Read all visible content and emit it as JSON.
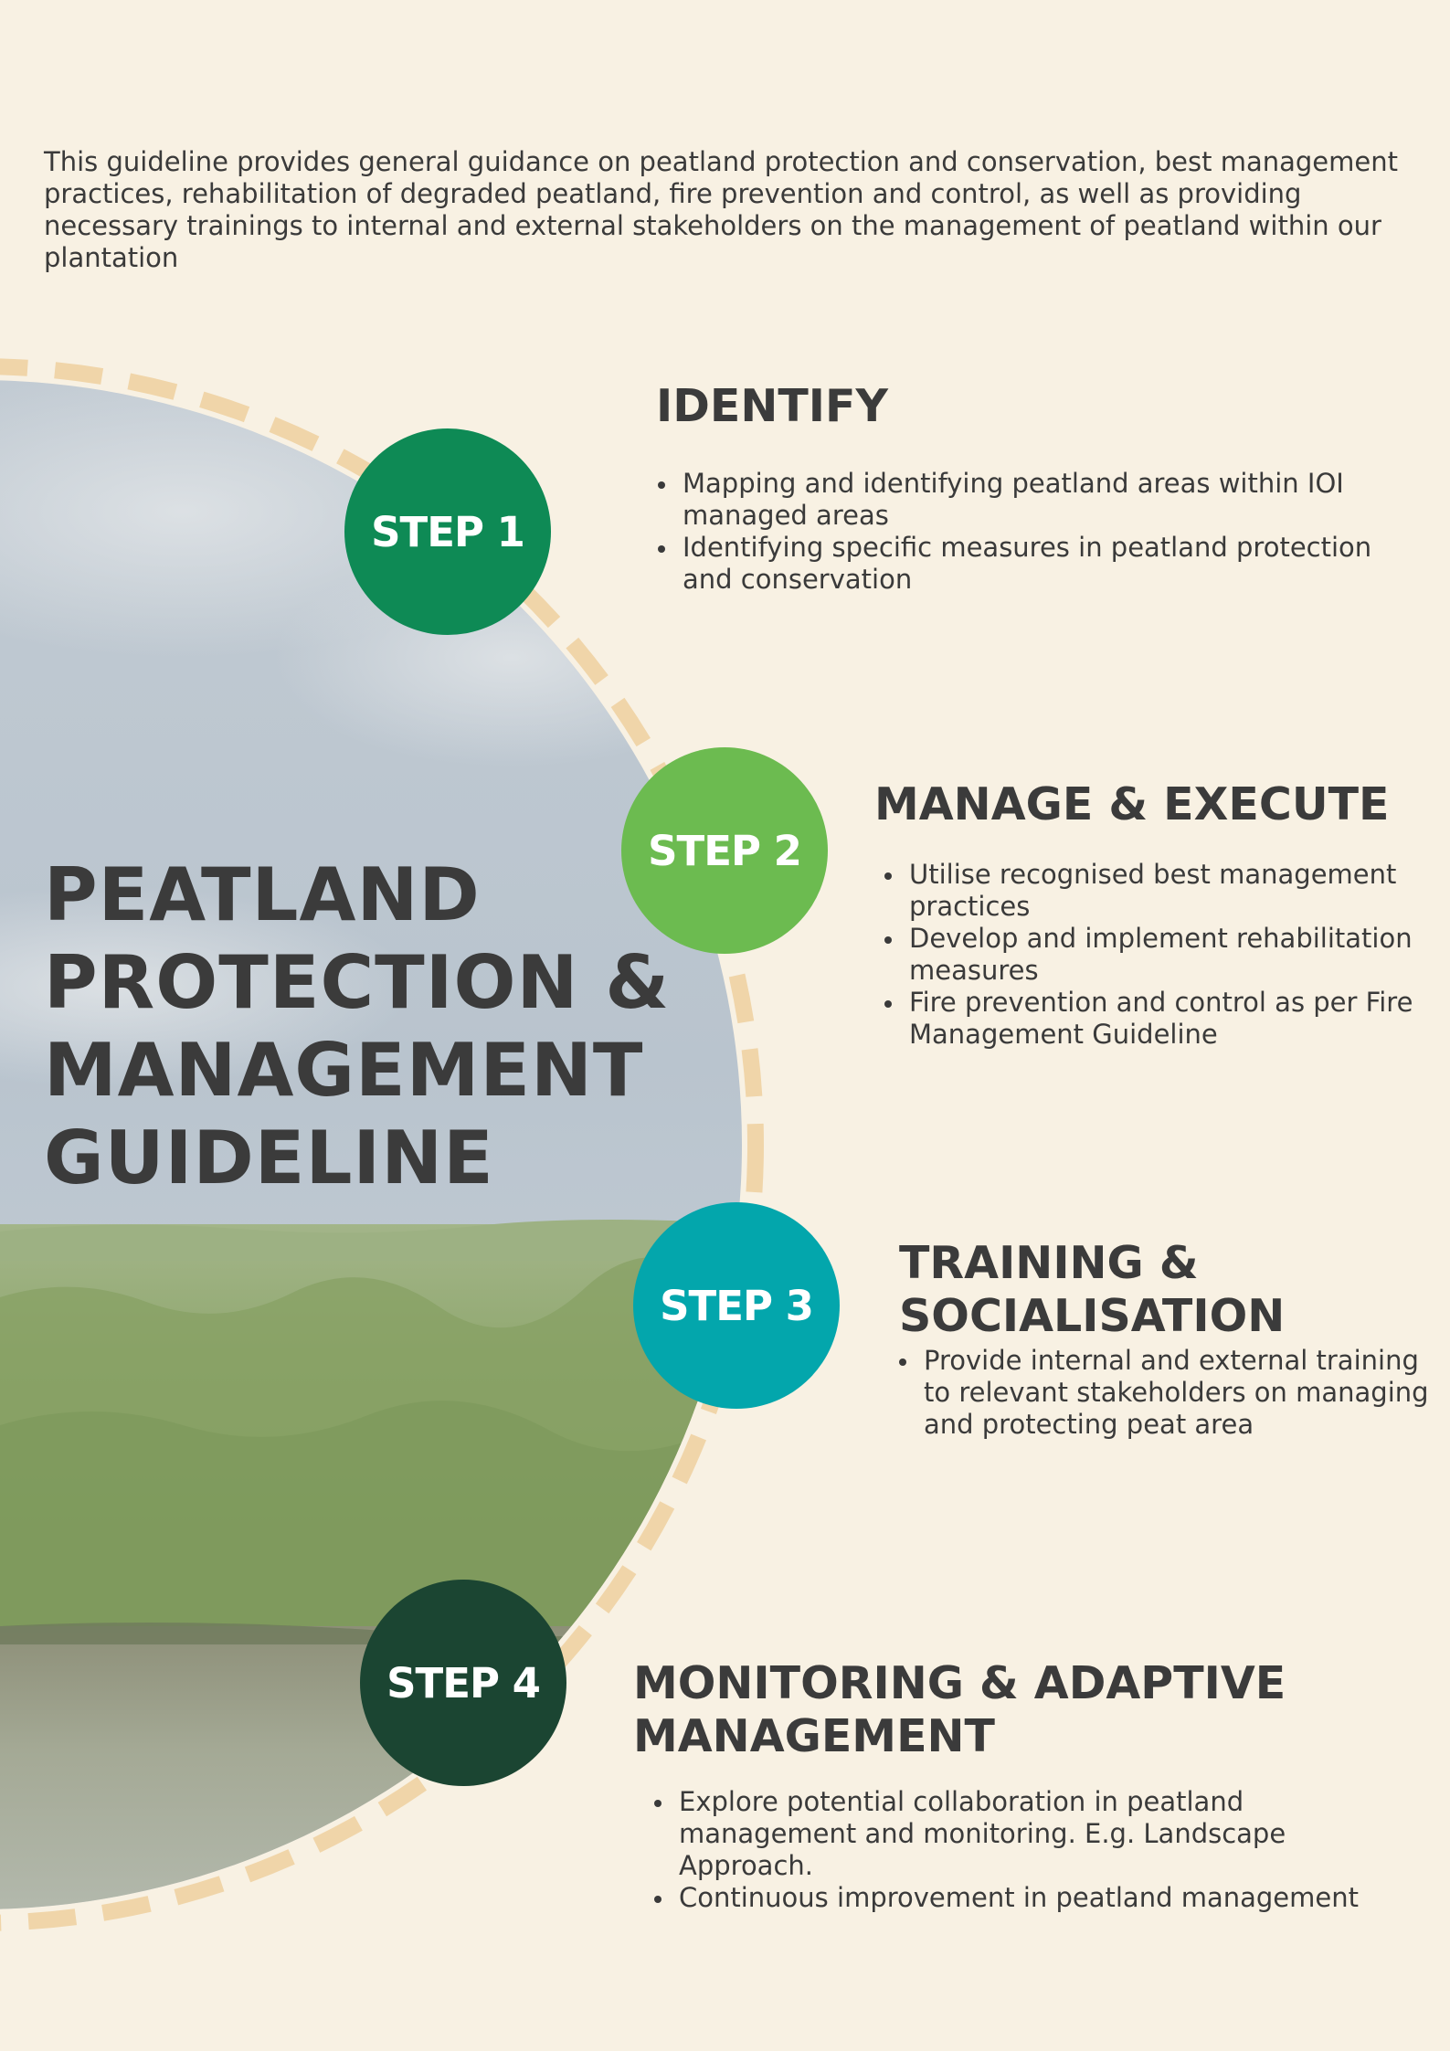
{
  "intro_text": "This guideline provides general guidance on peatland protection and conservation, best management practices, rehabilitation of degraded peatland, fire prevention and control, as well as providing necessary trainings to internal and external stakeholders on the management of peatland within our plantation",
  "title_lines": [
    "PEATLAND",
    "PROTECTION &",
    "MANAGEMENT",
    "GUIDELINE"
  ],
  "colors": {
    "background": "#f8f1e3",
    "dashed_ring": "#f0d5a9",
    "step1": "#0e8a55",
    "step2": "#6cbb50",
    "step3": "#03a6ac",
    "step4": "#1b4532",
    "text": "#3a3a3a"
  },
  "steps": [
    {
      "label": "STEP 1",
      "heading_lines": [
        "IDENTIFY"
      ],
      "bullets": [
        "Mapping and identifying peatland areas within IOI managed areas",
        "Identifying specific measures in peatland protection and conservation"
      ]
    },
    {
      "label": "STEP 2",
      "heading_lines": [
        "MANAGE & EXECUTE"
      ],
      "bullets": [
        "Utilise recognised best management practices",
        "Develop and implement rehabilitation measures",
        "Fire prevention and control as per Fire Management Guideline"
      ]
    },
    {
      "label": "STEP 3",
      "heading_lines": [
        "TRAINING &",
        "SOCIALISATION"
      ],
      "bullets": [
        "Provide internal and external training to relevant stakeholders on managing and protecting peat area"
      ]
    },
    {
      "label": "STEP 4",
      "heading_lines": [
        "MONITORING & ADAPTIVE",
        "MANAGEMENT"
      ],
      "bullets": [
        "Explore potential collaboration in peatland management and monitoring. E.g. Landscape Approach.",
        "Continuous improvement in peatland management"
      ]
    }
  ]
}
